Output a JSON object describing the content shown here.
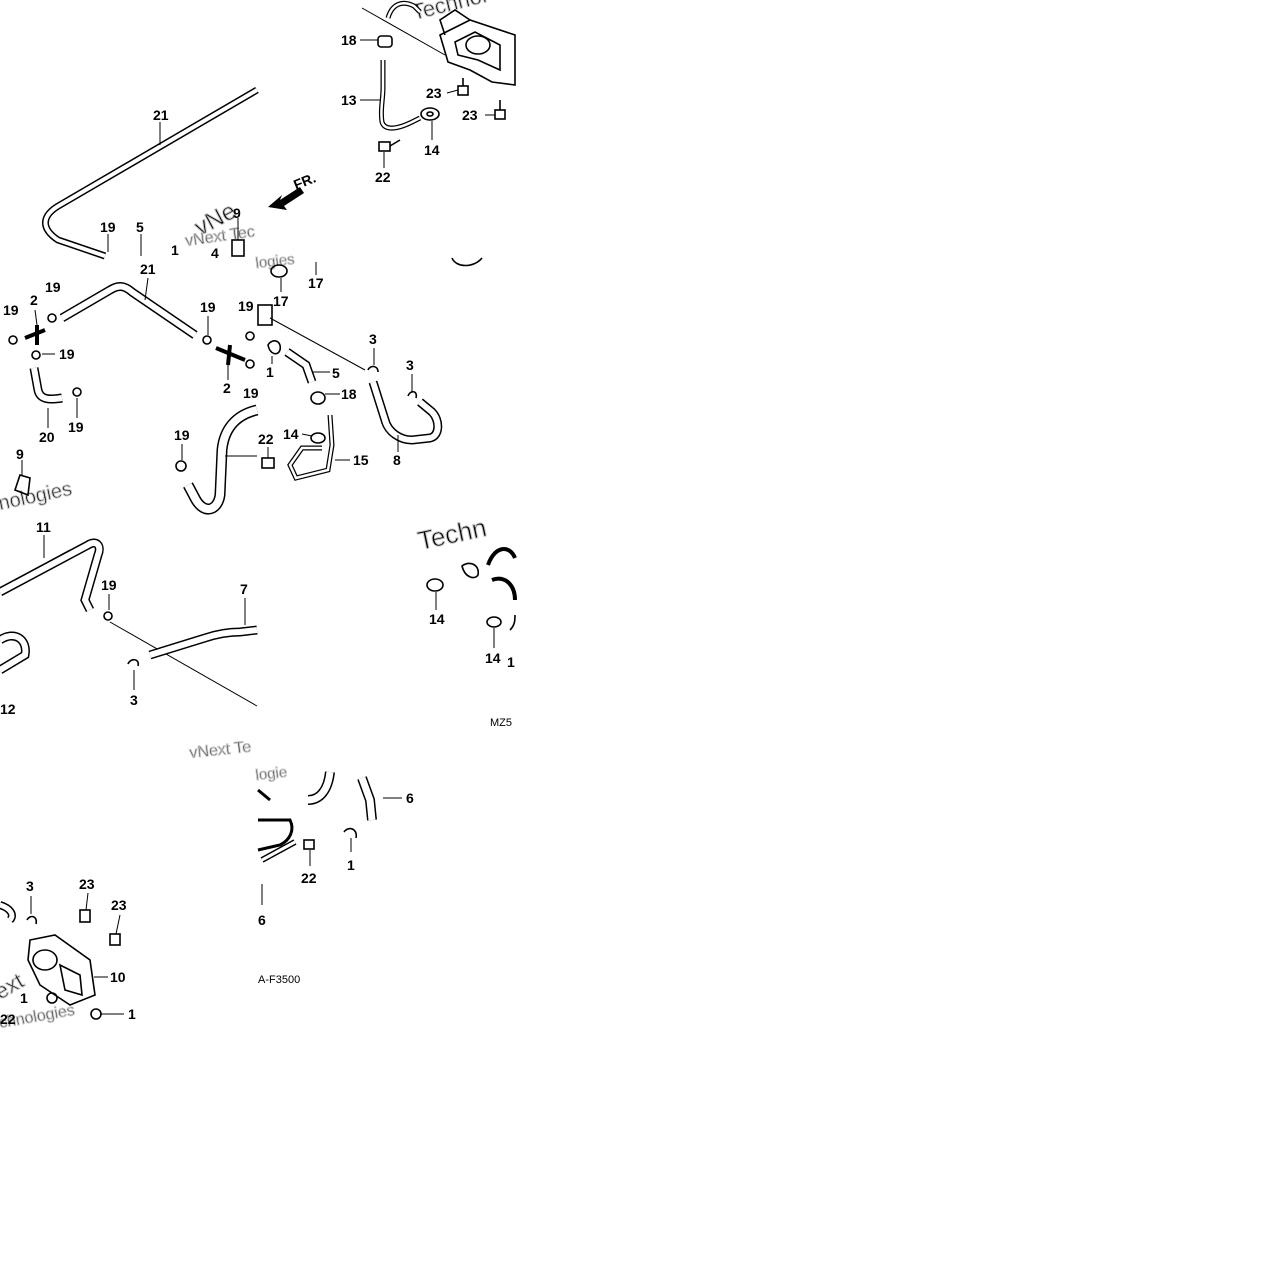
{
  "diagram": {
    "direction_label": "FR.",
    "code_top": "MZ5",
    "code_bottom": "A-F3500",
    "watermarks": [
      "vNext Tec",
      "Technol",
      "vNe",
      "logies",
      "nologies",
      "Techn",
      "vNext Te",
      "logie"
    ],
    "callouts": [
      {
        "text": "21"
      },
      {
        "text": "19"
      },
      {
        "text": "5"
      },
      {
        "text": "1"
      },
      {
        "text": "9"
      },
      {
        "text": "4"
      },
      {
        "text": "17"
      },
      {
        "text": "17"
      },
      {
        "text": "18"
      },
      {
        "text": "13"
      },
      {
        "text": "23"
      },
      {
        "text": "23"
      },
      {
        "text": "14"
      },
      {
        "text": "22"
      },
      {
        "text": "21"
      },
      {
        "text": "19"
      },
      {
        "text": "2"
      },
      {
        "text": "19"
      },
      {
        "text": "19"
      },
      {
        "text": "19"
      },
      {
        "text": "19"
      },
      {
        "text": "20"
      },
      {
        "text": "19"
      },
      {
        "text": "2"
      },
      {
        "text": "19"
      },
      {
        "text": "1"
      },
      {
        "text": "5"
      },
      {
        "text": "18"
      },
      {
        "text": "3"
      },
      {
        "text": "3"
      },
      {
        "text": "8"
      },
      {
        "text": "19"
      },
      {
        "text": "22"
      },
      {
        "text": "14"
      },
      {
        "text": "15"
      },
      {
        "text": "9"
      },
      {
        "text": "11"
      },
      {
        "text": "19"
      },
      {
        "text": "7"
      },
      {
        "text": "3"
      },
      {
        "text": "12"
      },
      {
        "text": "14"
      },
      {
        "text": "14"
      },
      {
        "text": "1"
      },
      {
        "text": "6"
      },
      {
        "text": "22"
      },
      {
        "text": "1"
      },
      {
        "text": "6"
      },
      {
        "text": "3"
      },
      {
        "text": "23"
      },
      {
        "text": "23"
      },
      {
        "text": "10"
      },
      {
        "text": "1"
      },
      {
        "text": "22"
      },
      {
        "text": "1"
      }
    ]
  }
}
